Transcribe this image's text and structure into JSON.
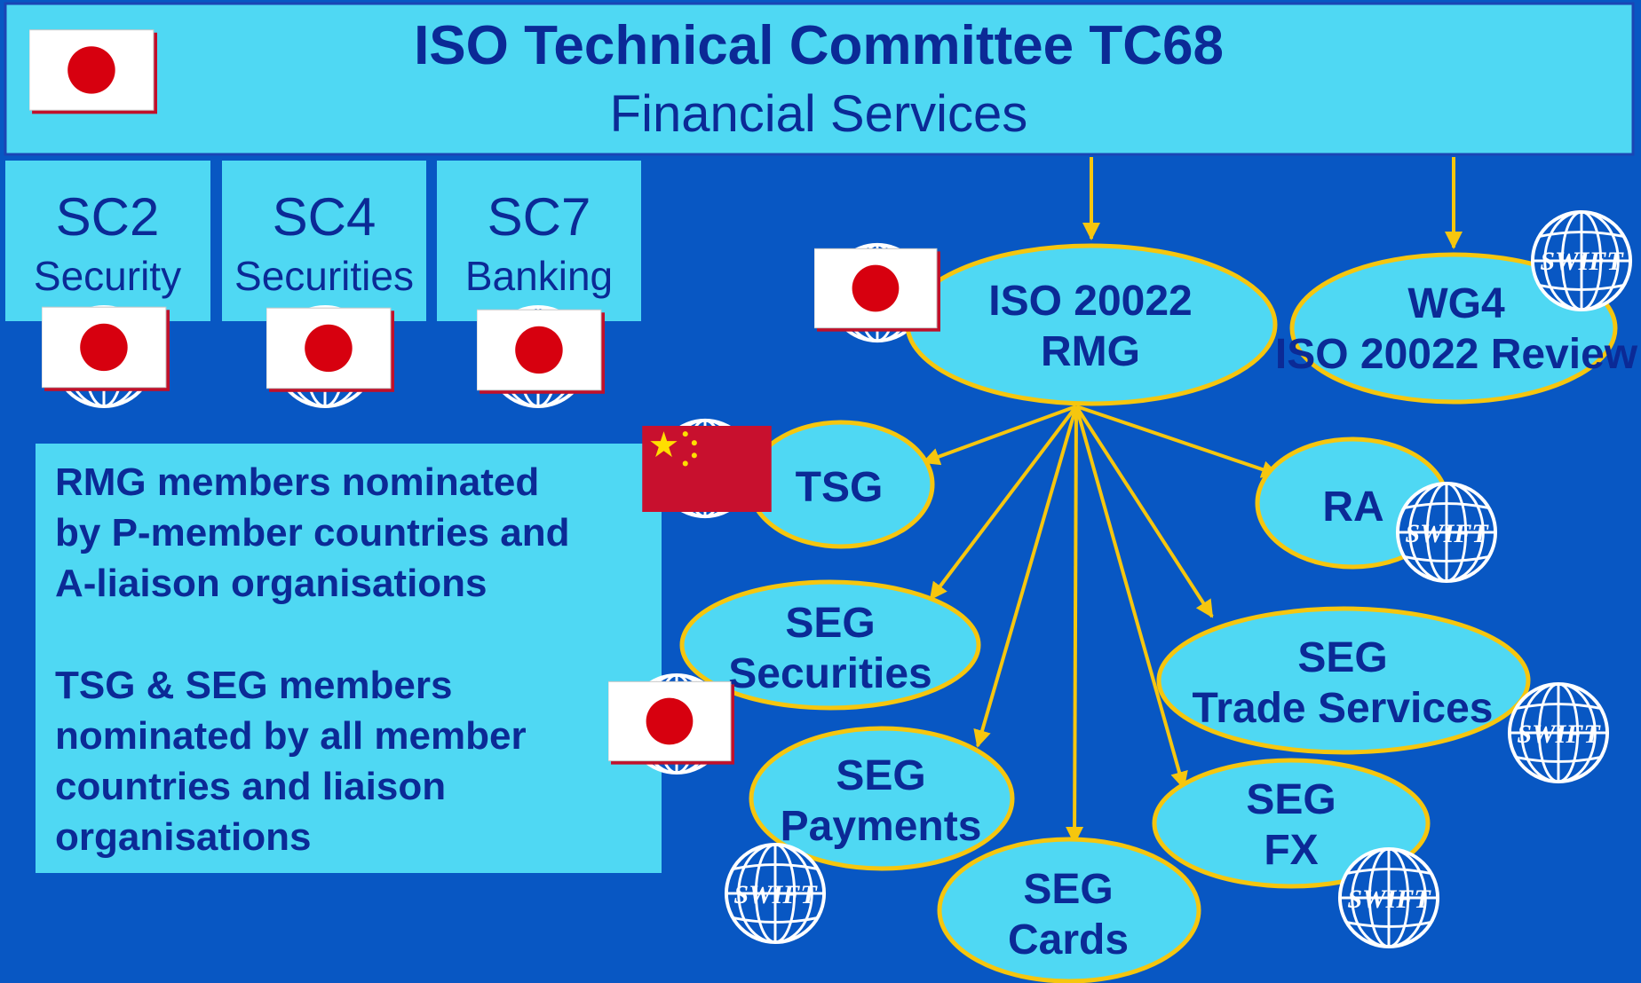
{
  "header": {
    "title": "ISO Technical Committee TC68",
    "subtitle": "Financial Services",
    "icon": "japan-flag-icon"
  },
  "subcommittees": [
    {
      "code": "SC2",
      "name": "Security",
      "icon": "japan-flag-icon"
    },
    {
      "code": "SC4",
      "name": "Securities",
      "icon": "japan-flag-icon"
    },
    {
      "code": "SC7",
      "name": "Banking",
      "icon": "japan-flag-icon"
    }
  ],
  "notes": {
    "rmg_lines": [
      "RMG members nominated",
      "by P-member countries and",
      "A-liaison organisations"
    ],
    "seg_lines": [
      "TSG & SEG members",
      "nominated by all member",
      "countries and liaison",
      "organisations"
    ]
  },
  "nodes": {
    "rmg": {
      "lines": [
        "ISO 20022",
        "RMG"
      ],
      "icon": "japan-flag-icon"
    },
    "wg4": {
      "lines": [
        "WG4",
        "ISO 20022 Review"
      ],
      "icon": "swift-logo-icon"
    },
    "tsg": {
      "lines": [
        "TSG"
      ],
      "icon": "china-flag-icon"
    },
    "ra": {
      "lines": [
        "RA"
      ],
      "icon": "swift-logo-icon"
    },
    "seg_securities": {
      "lines": [
        "SEG",
        "Securities"
      ],
      "icon": "japan-flag-icon"
    },
    "seg_trade": {
      "lines": [
        "SEG",
        "Trade Services"
      ],
      "icon": "swift-logo-icon"
    },
    "seg_payments": {
      "lines": [
        "SEG",
        "Payments"
      ],
      "icon": "swift-logo-icon"
    },
    "seg_fx": {
      "lines": [
        "SEG",
        "FX"
      ],
      "icon": "swift-logo-icon"
    },
    "seg_cards": {
      "lines": [
        "SEG",
        "Cards"
      ]
    }
  },
  "swift_label": "SWIFT",
  "colors": {
    "background": "#0857c3",
    "box_fill": "#4fd8f3",
    "text": "#0b2a96",
    "arrow": "#f6c60e",
    "japan_red": "#d7000f",
    "china_red": "#c8102e",
    "china_star": "#ffde00"
  }
}
